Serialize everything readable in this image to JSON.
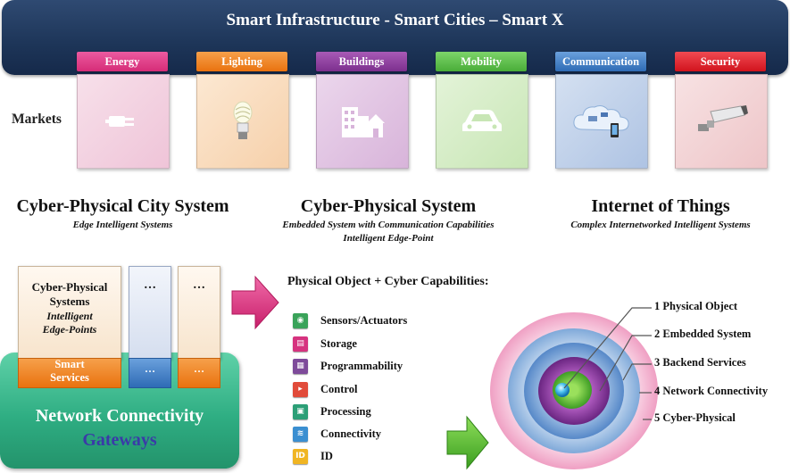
{
  "banner": {
    "title": "Smart Infrastructure - Smart Cities – Smart X"
  },
  "markets": {
    "label": "Markets",
    "items": [
      {
        "label": "Energy",
        "color": "#e0357f",
        "bg": "#f3d2e1",
        "icon": "plug-icon"
      },
      {
        "label": "Lighting",
        "color": "#ef7d1a",
        "bg": "#f9dcc0",
        "icon": "lightbulb-icon"
      },
      {
        "label": "Buildings",
        "color": "#8b3c9a",
        "bg": "#dfc4e1",
        "icon": "buildings-icon"
      },
      {
        "label": "Mobility",
        "color": "#5cc14b",
        "bg": "#d5ecc6",
        "icon": "car-icon"
      },
      {
        "label": "Communication",
        "color": "#3f7fc6",
        "bg": "#bfd0e9",
        "icon": "cloud-icon"
      },
      {
        "label": "Security",
        "color": "#e0222b",
        "bg": "#f3d1d3",
        "icon": "camera-icon"
      }
    ]
  },
  "headings": {
    "cps_city": {
      "title": "Cyber-Physical City System",
      "sub": "Edge Intelligent Systems"
    },
    "cps": {
      "title": "Cyber-Physical System",
      "sub1": "Embedded System with Communication Capabilities",
      "sub2": "Intelligent Edge-Point"
    },
    "iot": {
      "title": "Internet of Things",
      "sub": "Complex Internetworked Intelligent Systems"
    }
  },
  "stack": {
    "cps_box": {
      "line1": "Cyber-Physical",
      "line2": "Systems",
      "line3": "Intelligent",
      "line4": "Edge-Points"
    },
    "dots": "…",
    "smart_services": {
      "line1": "Smart",
      "line2": "Services"
    },
    "network": {
      "line1": "Network Connectivity",
      "line2": "Gateways"
    }
  },
  "capabilities": {
    "heading": "Physical Object + Cyber Capabilities:",
    "items": [
      {
        "label": "Sensors/Actuators",
        "color": "#3aa35a",
        "icon": "sensor-icon"
      },
      {
        "label": "Storage",
        "color": "#d6337f",
        "icon": "storage-icon"
      },
      {
        "label": "Programmability",
        "color": "#7e4b9a",
        "icon": "program-icon"
      },
      {
        "label": "Control",
        "color": "#e14b3a",
        "icon": "control-icon"
      },
      {
        "label": "Processing",
        "color": "#2c9f77",
        "icon": "processing-icon"
      },
      {
        "label": "Connectivity",
        "color": "#3b8fd1",
        "icon": "connectivity-icon"
      },
      {
        "label": "ID",
        "color": "#f0b523",
        "icon": "id-icon",
        "glyph": "ID"
      }
    ]
  },
  "layers": [
    "1 Physical Object",
    "2 Embedded System",
    "3 Backend Services",
    "4 Network Connectivity",
    "5 Cyber-Physical"
  ]
}
